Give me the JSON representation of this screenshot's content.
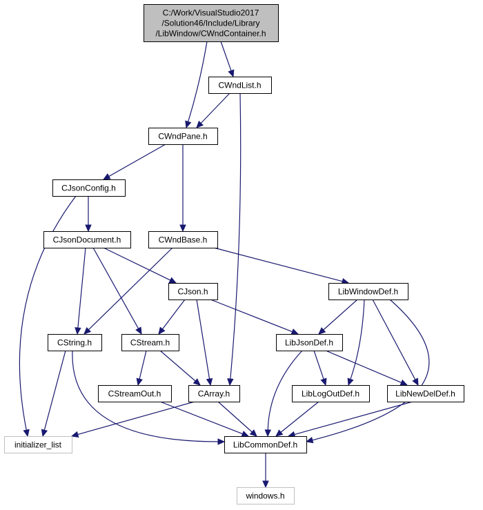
{
  "graph": {
    "nodes": [
      {
        "id": "root",
        "lines": [
          "C:/Work/VisualStudio2017",
          "/Solution46/Include/Library",
          "/LibWindow/CWndContainer.h"
        ],
        "kind": "root"
      },
      {
        "id": "cwndlist",
        "lines": [
          "CWndList.h"
        ],
        "kind": "normal"
      },
      {
        "id": "cwndpane",
        "lines": [
          "CWndPane.h"
        ],
        "kind": "normal"
      },
      {
        "id": "cjsonconfig",
        "lines": [
          "CJsonConfig.h"
        ],
        "kind": "normal"
      },
      {
        "id": "cjsondocument",
        "lines": [
          "CJsonDocument.h"
        ],
        "kind": "normal"
      },
      {
        "id": "cwndbase",
        "lines": [
          "CWndBase.h"
        ],
        "kind": "normal"
      },
      {
        "id": "cjson",
        "lines": [
          "CJson.h"
        ],
        "kind": "normal"
      },
      {
        "id": "libwindowdef",
        "lines": [
          "LibWindowDef.h"
        ],
        "kind": "normal"
      },
      {
        "id": "cstring",
        "lines": [
          "CString.h"
        ],
        "kind": "normal"
      },
      {
        "id": "cstream",
        "lines": [
          "CStream.h"
        ],
        "kind": "normal"
      },
      {
        "id": "libjsondef",
        "lines": [
          "LibJsonDef.h"
        ],
        "kind": "normal"
      },
      {
        "id": "cstreamout",
        "lines": [
          "CStreamOut.h"
        ],
        "kind": "normal"
      },
      {
        "id": "carray",
        "lines": [
          "CArray.h"
        ],
        "kind": "normal"
      },
      {
        "id": "liblogoutdef",
        "lines": [
          "LibLogOutDef.h"
        ],
        "kind": "normal"
      },
      {
        "id": "libnewdeldef",
        "lines": [
          "LibNewDelDef.h"
        ],
        "kind": "normal"
      },
      {
        "id": "initializer_list",
        "lines": [
          "initializer_list"
        ],
        "kind": "ext"
      },
      {
        "id": "libcommondef",
        "lines": [
          "LibCommonDef.h"
        ],
        "kind": "normal"
      },
      {
        "id": "windows",
        "lines": [
          "windows.h"
        ],
        "kind": "ext"
      }
    ],
    "edges": [
      [
        "root",
        "cwndpane"
      ],
      [
        "root",
        "cwndlist"
      ],
      [
        "cwndlist",
        "cwndpane"
      ],
      [
        "cwndlist",
        "carray"
      ],
      [
        "cwndpane",
        "cjsonconfig"
      ],
      [
        "cwndpane",
        "cwndbase"
      ],
      [
        "cjsonconfig",
        "cjsondocument"
      ],
      [
        "cjsonconfig",
        "initializer_list"
      ],
      [
        "cjsondocument",
        "cstring"
      ],
      [
        "cjsondocument",
        "cstream"
      ],
      [
        "cjsondocument",
        "cjson"
      ],
      [
        "cwndbase",
        "cstring"
      ],
      [
        "cwndbase",
        "libwindowdef"
      ],
      [
        "cjson",
        "cstream"
      ],
      [
        "cjson",
        "carray"
      ],
      [
        "cjson",
        "libjsondef"
      ],
      [
        "libwindowdef",
        "libjsondef"
      ],
      [
        "libwindowdef",
        "liblogoutdef"
      ],
      [
        "libwindowdef",
        "libnewdeldef"
      ],
      [
        "libwindowdef",
        "libcommondef"
      ],
      [
        "cstring",
        "initializer_list"
      ],
      [
        "cstring",
        "libcommondef"
      ],
      [
        "cstream",
        "cstreamout"
      ],
      [
        "cstream",
        "carray"
      ],
      [
        "libjsondef",
        "liblogoutdef"
      ],
      [
        "libjsondef",
        "libnewdeldef"
      ],
      [
        "libjsondef",
        "libcommondef"
      ],
      [
        "carray",
        "initializer_list"
      ],
      [
        "carray",
        "libcommondef"
      ],
      [
        "cstreamout",
        "libcommondef"
      ],
      [
        "liblogoutdef",
        "libcommondef"
      ],
      [
        "libnewdeldef",
        "libcommondef"
      ],
      [
        "libcommondef",
        "windows"
      ]
    ]
  }
}
